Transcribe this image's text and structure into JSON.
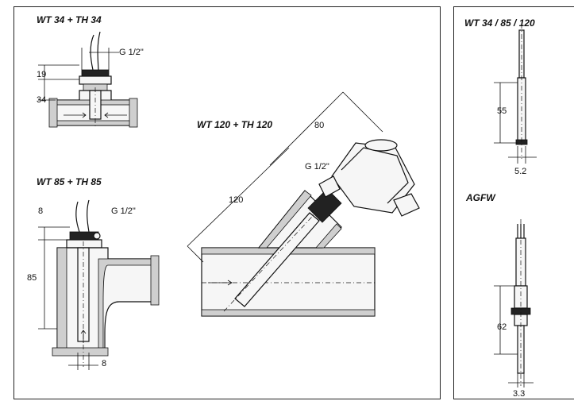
{
  "sections": {
    "wt34": {
      "title": "WT 34 + TH 34",
      "thread": "G 1/2\"",
      "dim_top": "19",
      "dim_bottom": "34"
    },
    "wt85": {
      "title": "WT 85 + TH 85",
      "thread": "G 1/2\"",
      "dim_top": "8",
      "dim_height": "85",
      "dim_bottom": "8"
    },
    "wt120": {
      "title": "WT 120 + TH 120",
      "thread": "G 1/2\"",
      "dim_short": "80",
      "dim_long": "120"
    },
    "sensor_wt": {
      "title": "WT 34 / 85 / 120",
      "dim_length": "55",
      "dim_dia": "5.2"
    },
    "sensor_agfw": {
      "title": "AGFW",
      "dim_length": "62",
      "dim_dia": "3.3"
    }
  }
}
